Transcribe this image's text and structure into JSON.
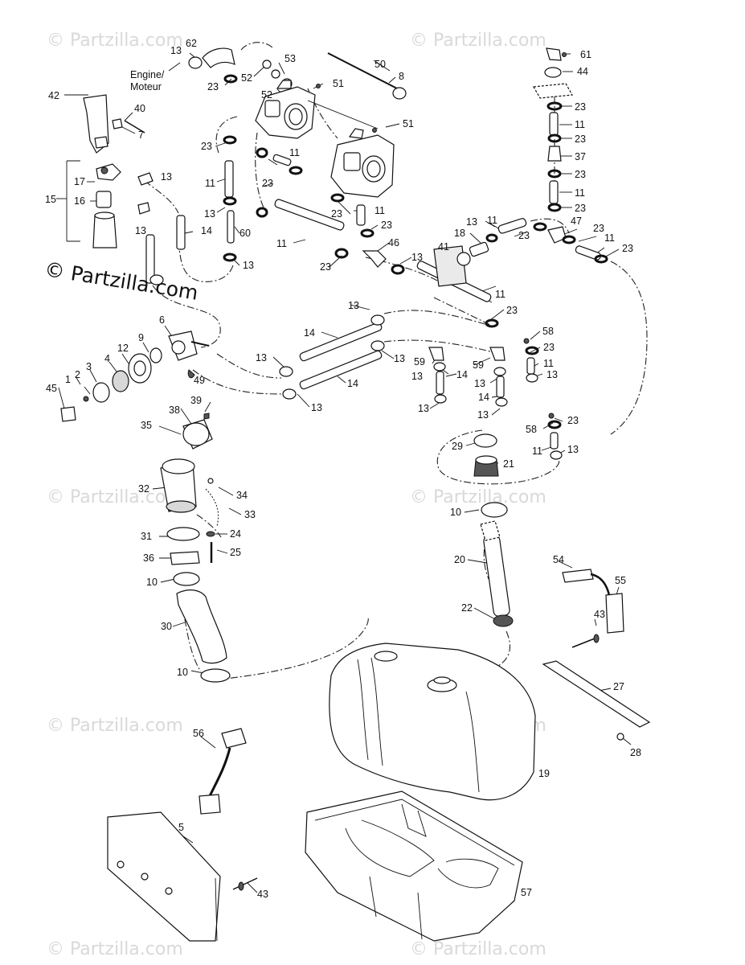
{
  "watermark": {
    "text": "© Partzilla.com",
    "prominent_text": "© Partzilla.com"
  },
  "engine_label": {
    "line1": "Engine/",
    "line2": "Moteur"
  },
  "part_labels": [
    "1",
    "2",
    "3",
    "4",
    "5",
    "6",
    "7",
    "8",
    "9",
    "10",
    "11",
    "12",
    "13",
    "14",
    "15",
    "16",
    "17",
    "18",
    "19",
    "20",
    "21",
    "22",
    "23",
    "24",
    "25",
    "27",
    "28",
    "29",
    "30",
    "31",
    "32",
    "33",
    "34",
    "35",
    "36",
    "37",
    "38",
    "39",
    "40",
    "41",
    "42",
    "43",
    "44",
    "45",
    "46",
    "47",
    "49",
    "50",
    "51",
    "52",
    "53",
    "54",
    "55",
    "56",
    "57",
    "58",
    "59",
    "60",
    "61",
    "62"
  ]
}
